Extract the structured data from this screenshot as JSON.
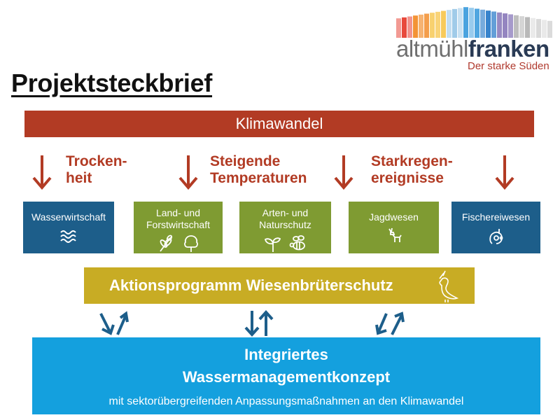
{
  "logo": {
    "brand_light": "altmühl",
    "brand_bold": "franken",
    "tagline": "Der starke Süden",
    "stripe_colors": [
      "#e8473a",
      "#f28c28",
      "#f6c344",
      "#9dc9e8",
      "#4aa3df",
      "#2176c7",
      "#7c6ab2",
      "#b8b8b8",
      "#d9d9d9"
    ]
  },
  "title": "Projektsteckbrief",
  "top_bar": "Klimawandel",
  "effects": [
    {
      "label": "Trocken-\nheit"
    },
    {
      "label": "Steigende\nTemperaturen"
    },
    {
      "label": "Starkregen-\nereignisse"
    }
  ],
  "sectors": [
    {
      "label": "Wasserwirtschaft",
      "icons": [
        "water-waves-icon"
      ]
    },
    {
      "label": "Land- und\nForstwirtschaft",
      "icons": [
        "leaves-icon",
        "tree-icon"
      ]
    },
    {
      "label": "Arten- und\nNaturschutz",
      "icons": [
        "sprout-icon",
        "bee-icon"
      ]
    },
    {
      "label": "Jagdwesen",
      "icons": [
        "deer-icon"
      ]
    },
    {
      "label": "Fischereiwesen",
      "icons": [
        "fish-hook-icon"
      ]
    }
  ],
  "action_bar": "Aktionsprogramm Wiesenbrüterschutz",
  "concept": {
    "line1": "Integriertes",
    "line2": "Wassermanagementkonzept",
    "subtitle": "mit sektorübergreifenden Anpassungsmaßnahmen an den Klimawandel"
  },
  "colors": {
    "red": "#b23b24",
    "blue": "#1d5e8a",
    "green": "#7f9b32",
    "gold": "#c8ac24",
    "light_blue": "#14a0de",
    "navy": "#2a3b55"
  }
}
